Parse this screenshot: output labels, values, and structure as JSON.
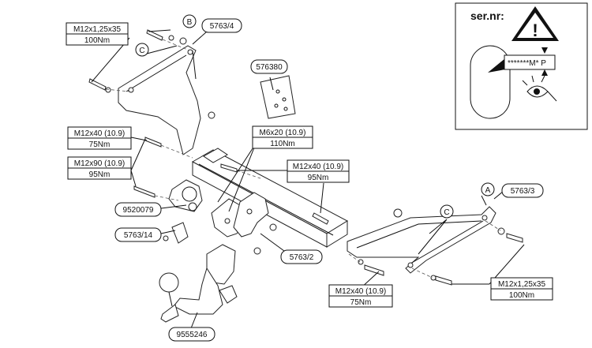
{
  "callouts": {
    "c1_line1": "M12x1,25x35",
    "c1_line2": "100Nm",
    "c2_line1": "M12x40 (10.9)",
    "c2_line2": "75Nm",
    "c3_line1": "M12x90 (10.9)",
    "c3_line2": "95Nm",
    "c4_line1": "M6x20 (10.9)",
    "c4_line2": "110Nm",
    "c5_line1": "M12x40 (10.9)",
    "c5_line2": "95Nm",
    "c6_line1": "M12x40 (10.9)",
    "c6_line2": "75Nm",
    "c7_line1": "M12x1,25x35",
    "c7_line2": "100Nm"
  },
  "parts": {
    "p1": "5763/4",
    "p2": "576380",
    "p3": "9520079",
    "p4": "5763/14",
    "p5": "5763/2",
    "p6": "5763/3",
    "p7": "9555246"
  },
  "markers": {
    "b": "B",
    "c_left": "C",
    "c_right": "C",
    "a": "A"
  },
  "serial_panel": {
    "title": "ser.nr:",
    "code": "*******M* P",
    "warning_symbol": "!"
  }
}
